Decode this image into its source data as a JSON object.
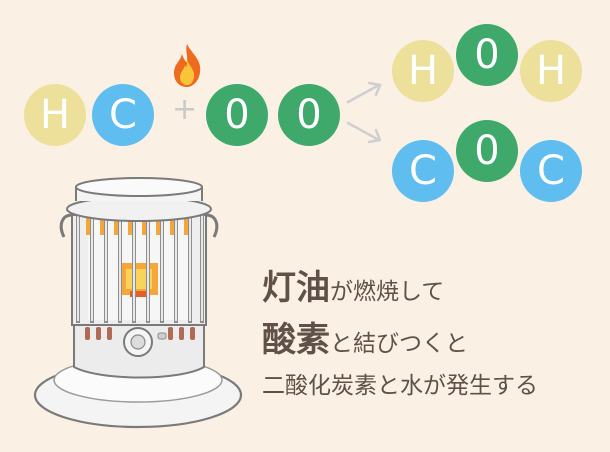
{
  "colors": {
    "background": "#fbf0e4",
    "hydrogen": "#ece09a",
    "carbon": "#5fbdf0",
    "oxygen": "#3fa86b",
    "text": "#5f5148"
  },
  "reactants": {
    "h1": "H",
    "c1": "C",
    "o1": "0",
    "o2": "0",
    "plus": "+"
  },
  "products": {
    "water": {
      "h_left": "H",
      "o": "0",
      "h_right": "H"
    },
    "co2": {
      "c_left": "C",
      "o": "0",
      "c_right": "C"
    }
  },
  "caption": {
    "line1_big": "灯油",
    "line1_small": "が燃焼して",
    "line2_big": "酸素",
    "line2_small": "と結びつくと",
    "line3": "二酸化炭素と水が発生する"
  }
}
